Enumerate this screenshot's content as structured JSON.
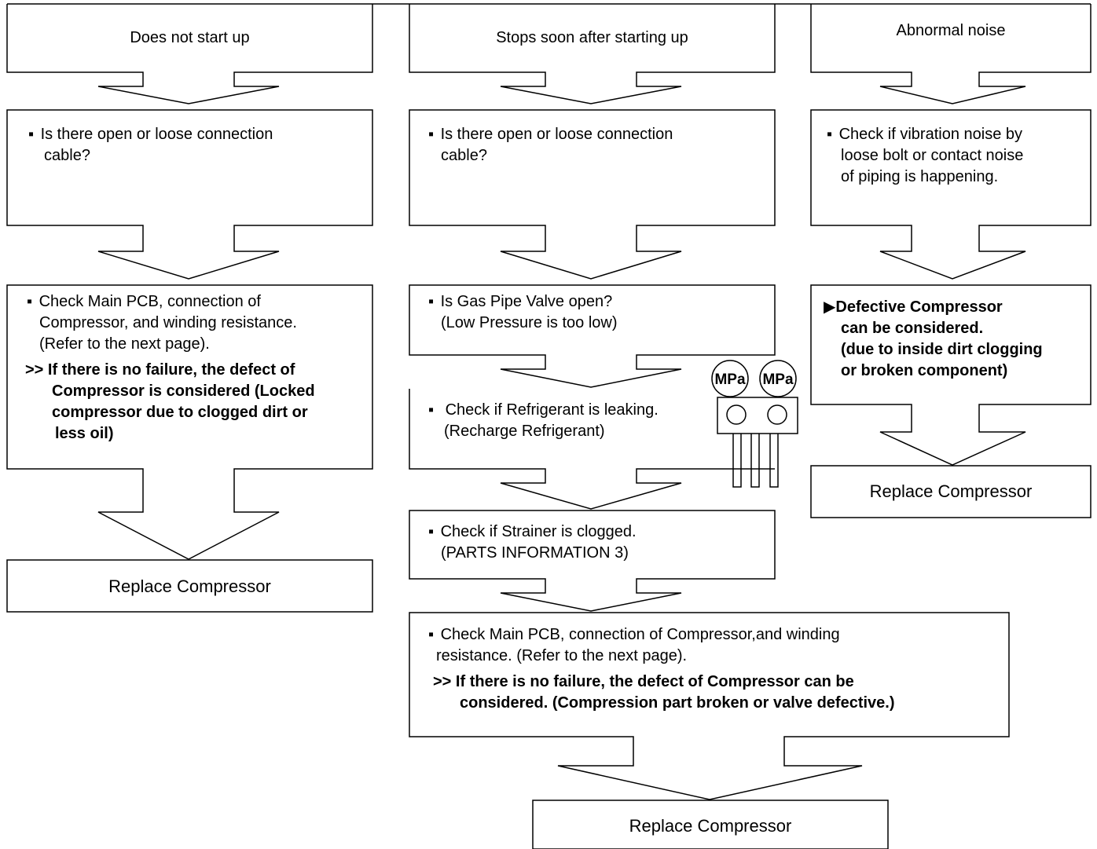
{
  "col1": {
    "header": "Does not start up",
    "step1": {
      "bullet": "▪",
      "lines": [
        "Is there open or loose connection",
        "cable?"
      ]
    },
    "step2": {
      "bullet": "▪",
      "lines": [
        "Check Main PCB, connection of",
        "Compressor, and winding resistance.",
        "(Refer to the next page)."
      ],
      "emphasis_prefix": ">>",
      "emphasis": [
        "If there is no failure, the defect of",
        "Compressor is considered (Locked",
        "compressor due to clogged dirt or",
        "less oil)"
      ]
    },
    "result": "Replace Compressor"
  },
  "col2": {
    "header": "Stops soon after starting up",
    "step1": {
      "bullet": "▪",
      "lines": [
        "Is there open or loose connection",
        "cable?"
      ]
    },
    "step2": {
      "bullet": "▪",
      "lines": [
        "Is Gas Pipe Valve open?",
        "(Low Pressure is too low)"
      ]
    },
    "step3": {
      "bullet": "▪",
      "lines": [
        "Check if Refrigerant is leaking.",
        "(Recharge Refrigerant)"
      ]
    },
    "step4": {
      "bullet": "▪",
      "lines": [
        "Check if Strainer is clogged.",
        "(PARTS INFORMATION 3)"
      ]
    },
    "step5": {
      "bullet": "▪",
      "lines": [
        "Check Main PCB, connection of Compressor,and winding",
        "resistance. (Refer to the next page)."
      ],
      "emphasis_prefix": ">>",
      "emphasis": [
        "If there is no failure, the defect of Compressor can be",
        "considered. (Compression part broken or valve defective.)"
      ]
    },
    "result": "Replace Compressor"
  },
  "col3": {
    "header": "Abnormal noise",
    "step1": {
      "bullet": "▪",
      "lines": [
        "Check if vibration noise by",
        "loose bolt or contact noise",
        "of piping is happening."
      ]
    },
    "step2": {
      "marker": "▶",
      "emphasis": [
        "Defective Compressor",
        "can be considered.",
        "(due to inside dirt clogging",
        "or broken component)"
      ]
    },
    "result": "Replace Compressor"
  },
  "gauge": {
    "left_label": "MPa",
    "right_label": "MPa"
  }
}
